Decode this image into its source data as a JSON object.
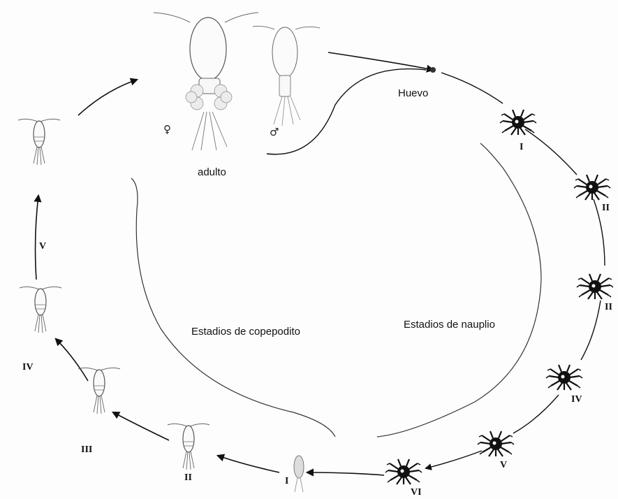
{
  "labels": {
    "egg": "Huevo",
    "adult": "adulto",
    "female_symbol": "♀",
    "male_symbol": "♂",
    "copepodite_group": "Estadios de copepodito",
    "nauplius_group": "Estadios de nauplio"
  },
  "nauplius_stages": [
    "I",
    "II",
    "II",
    "IV",
    "V",
    "VI"
  ],
  "copepodite_stages": [
    "I",
    "II",
    "III",
    "IV",
    "V"
  ],
  "colors": {
    "ink": "#111111",
    "line": "#222222",
    "sketch": "#555555"
  }
}
